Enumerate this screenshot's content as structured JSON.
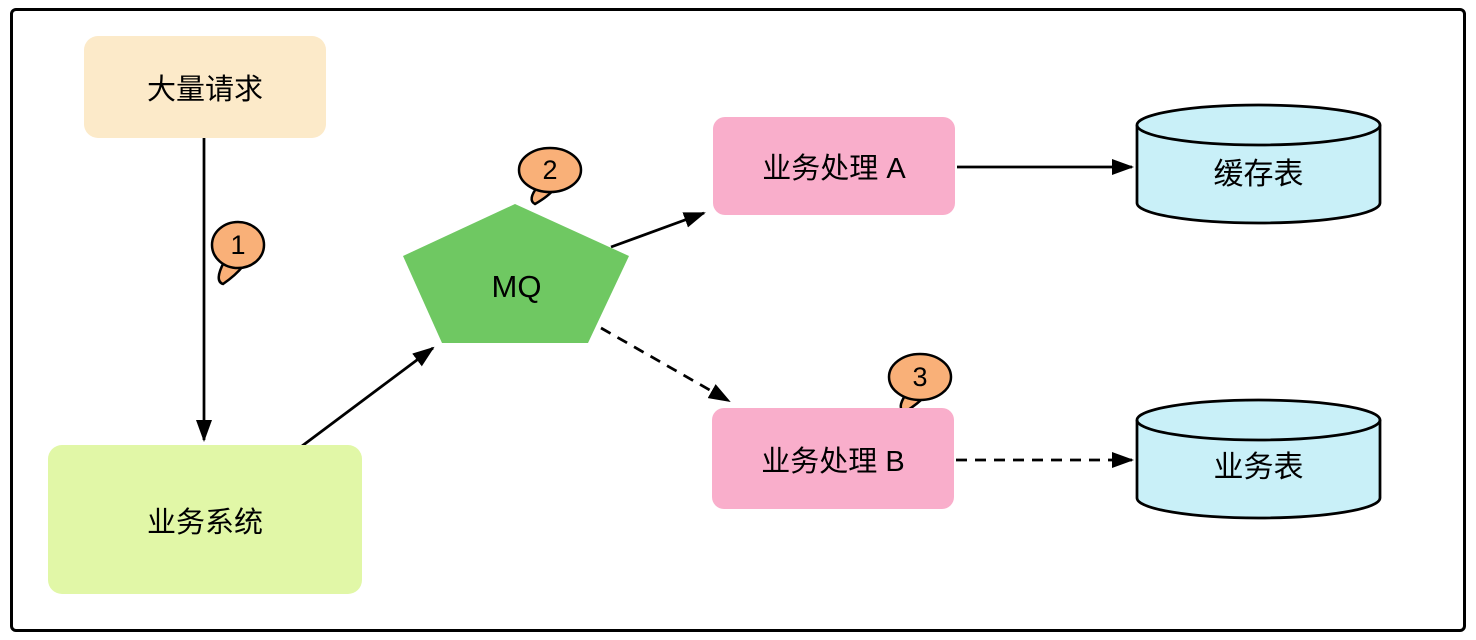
{
  "diagram": {
    "nodes": {
      "request": {
        "label": "大量请求",
        "shape": "rounded-rect"
      },
      "system": {
        "label": "业务系统",
        "shape": "rounded-rect"
      },
      "mq": {
        "label": "MQ",
        "shape": "pentagon"
      },
      "process_a": {
        "label": "业务处理 A",
        "shape": "rounded-rect"
      },
      "process_b": {
        "label": "业务处理 B",
        "shape": "rounded-rect"
      },
      "cache_table": {
        "label": "缓存表",
        "shape": "cylinder"
      },
      "business_table": {
        "label": "业务表",
        "shape": "cylinder"
      }
    },
    "badges": [
      {
        "label": "1",
        "attached_to": "edge-request-to-system"
      },
      {
        "label": "2",
        "attached_to": "node-mq"
      },
      {
        "label": "3",
        "attached_to": "node-process-b"
      }
    ],
    "edges": [
      {
        "id": "request-to-system",
        "from": "request",
        "to": "system",
        "style": "solid"
      },
      {
        "id": "system-to-mq",
        "from": "system",
        "to": "mq",
        "style": "solid"
      },
      {
        "id": "mq-to-process-a",
        "from": "mq",
        "to": "process_a",
        "style": "solid"
      },
      {
        "id": "process-a-to-cache-table",
        "from": "process_a",
        "to": "cache_table",
        "style": "solid"
      },
      {
        "id": "mq-to-process-b",
        "from": "mq",
        "to": "process_b",
        "style": "dashed"
      },
      {
        "id": "process-b-to-business-table",
        "from": "process_b",
        "to": "business_table",
        "style": "dashed"
      }
    ],
    "colors": {
      "request_fill": "#FCEAC9",
      "system_fill": "#E1F7A7",
      "mq_fill": "#6FC862",
      "process_fill": "#F9AECB",
      "table_fill": "#C9F0F8",
      "badge_fill": "#F9B078",
      "stroke": "#000000"
    }
  }
}
